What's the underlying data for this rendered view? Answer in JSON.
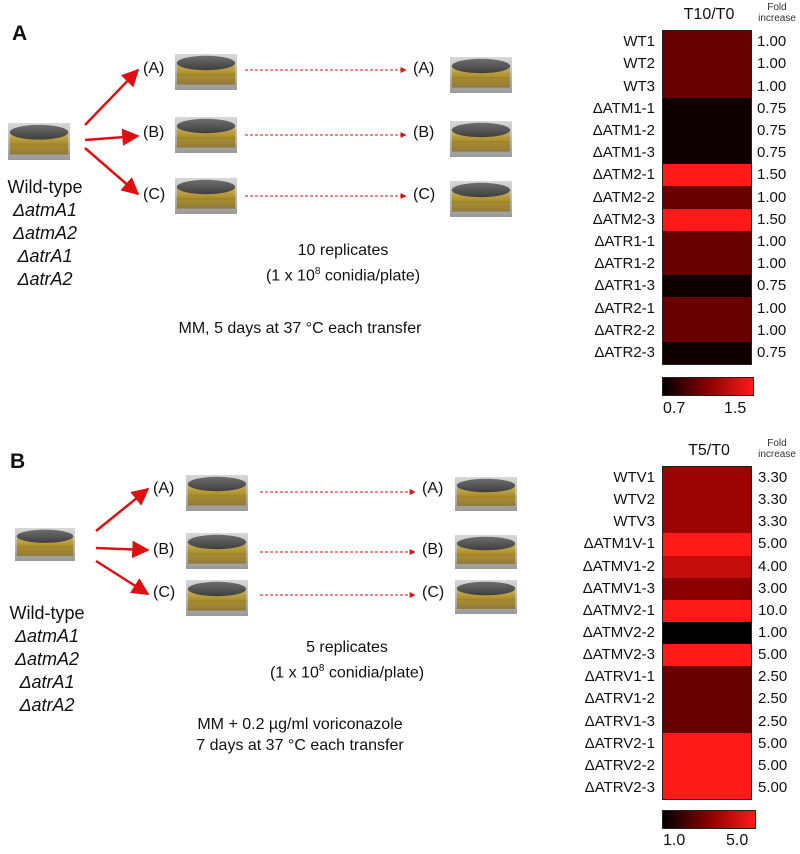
{
  "panels": [
    {
      "id": "A",
      "label": "A",
      "strains": [
        "Wild-type",
        "ΔatmA1",
        "ΔatmA2",
        "ΔatrA1",
        "ΔatrA2"
      ],
      "branches": [
        "(A)",
        "(B)",
        "(C)"
      ],
      "replicates_line1": "10 replicates",
      "replicates_line2_pre": "(1 x 10",
      "replicates_exp": "8",
      "replicates_line2_post": " conidia/plate)",
      "condition_lines": [
        "MM, 5 days at 37 °C each transfer"
      ],
      "heatmap": {
        "header": "T10/T0",
        "fold_header": [
          "Fold",
          "increase"
        ],
        "colorbar_min": "0.7",
        "colorbar_max": "1.5",
        "vmin": 0.7,
        "vmax": 1.5,
        "rows": [
          {
            "label": "WT1",
            "fold": "1.00",
            "value": 1.0
          },
          {
            "label": "WT2",
            "fold": "1.00",
            "value": 1.0
          },
          {
            "label": "WT3",
            "fold": "1.00",
            "value": 1.0
          },
          {
            "label": "ΔATM1-1",
            "fold": "0.75",
            "value": 0.75
          },
          {
            "label": "ΔATM1-2",
            "fold": "0.75",
            "value": 0.75
          },
          {
            "label": "ΔATM1-3",
            "fold": "0.75",
            "value": 0.75
          },
          {
            "label": "ΔATM2-1",
            "fold": "1.50",
            "value": 1.5
          },
          {
            "label": "ΔATM2-2",
            "fold": "1.00",
            "value": 1.0
          },
          {
            "label": "ΔATM2-3",
            "fold": "1.50",
            "value": 1.5
          },
          {
            "label": "ΔATR1-1",
            "fold": "1.00",
            "value": 1.0
          },
          {
            "label": "ΔATR1-2",
            "fold": "1.00",
            "value": 1.0
          },
          {
            "label": "ΔATR1-3",
            "fold": "0.75",
            "value": 0.75
          },
          {
            "label": "ΔATR2-1",
            "fold": "1.00",
            "value": 1.0
          },
          {
            "label": "ΔATR2-2",
            "fold": "1.00",
            "value": 1.0
          },
          {
            "label": "ΔATR2-3",
            "fold": "0.75",
            "value": 0.75
          }
        ]
      }
    },
    {
      "id": "B",
      "label": "B",
      "strains": [
        "Wild-type",
        "ΔatmA1",
        "ΔatmA2",
        "ΔatrA1",
        "ΔatrA2"
      ],
      "branches": [
        "(A)",
        "(B)",
        "(C)"
      ],
      "replicates_line1": "5 replicates",
      "replicates_line2_pre": "(1 x 10",
      "replicates_exp": "8",
      "replicates_line2_post": " conidia/plate)",
      "condition_lines": [
        "MM + 0.2 µg/ml voriconazole",
        "7 days at 37 °C each transfer"
      ],
      "heatmap": {
        "header": "T5/T0",
        "fold_header": [
          "Fold",
          "increase"
        ],
        "colorbar_min": "1.0",
        "colorbar_max": "5.0",
        "vmin": 1.0,
        "vmax": 5.0,
        "rows": [
          {
            "label": "WTV1",
            "fold": "3.30",
            "value": 3.3
          },
          {
            "label": "WTV2",
            "fold": "3.30",
            "value": 3.3
          },
          {
            "label": "WTV3",
            "fold": "3.30",
            "value": 3.3
          },
          {
            "label": "ΔATM1V-1",
            "fold": "5.00",
            "value": 5.0
          },
          {
            "label": "ΔATMV1-2",
            "fold": "4.00",
            "value": 4.0
          },
          {
            "label": "ΔATMV1-3",
            "fold": "3.00",
            "value": 3.0
          },
          {
            "label": "ΔATMV2-1",
            "fold": "10.0",
            "value": 10.0
          },
          {
            "label": "ΔATMV2-2",
            "fold": "1.00",
            "value": 1.0
          },
          {
            "label": "ΔATMV2-3",
            "fold": "5.00",
            "value": 5.0
          },
          {
            "label": "ΔATRV1-1",
            "fold": "2.50",
            "value": 2.5
          },
          {
            "label": "ΔATRV1-2",
            "fold": "2.50",
            "value": 2.5
          },
          {
            "label": "ΔATRV1-3",
            "fold": "2.50",
            "value": 2.5
          },
          {
            "label": "ΔATRV2-1",
            "fold": "5.00",
            "value": 5.0
          },
          {
            "label": "ΔATRV2-2",
            "fold": "5.00",
            "value": 5.0
          },
          {
            "label": "ΔATRV2-3",
            "fold": "5.00",
            "value": 5.0
          }
        ]
      }
    }
  ],
  "colors": {
    "arrow": "#dd1111",
    "heat_low": "#000000",
    "heat_mid": "#8a0000",
    "heat_high": "#ff1a1a",
    "plate_lid": "#5a5a5a",
    "plate_medium": "#b59a3a"
  }
}
